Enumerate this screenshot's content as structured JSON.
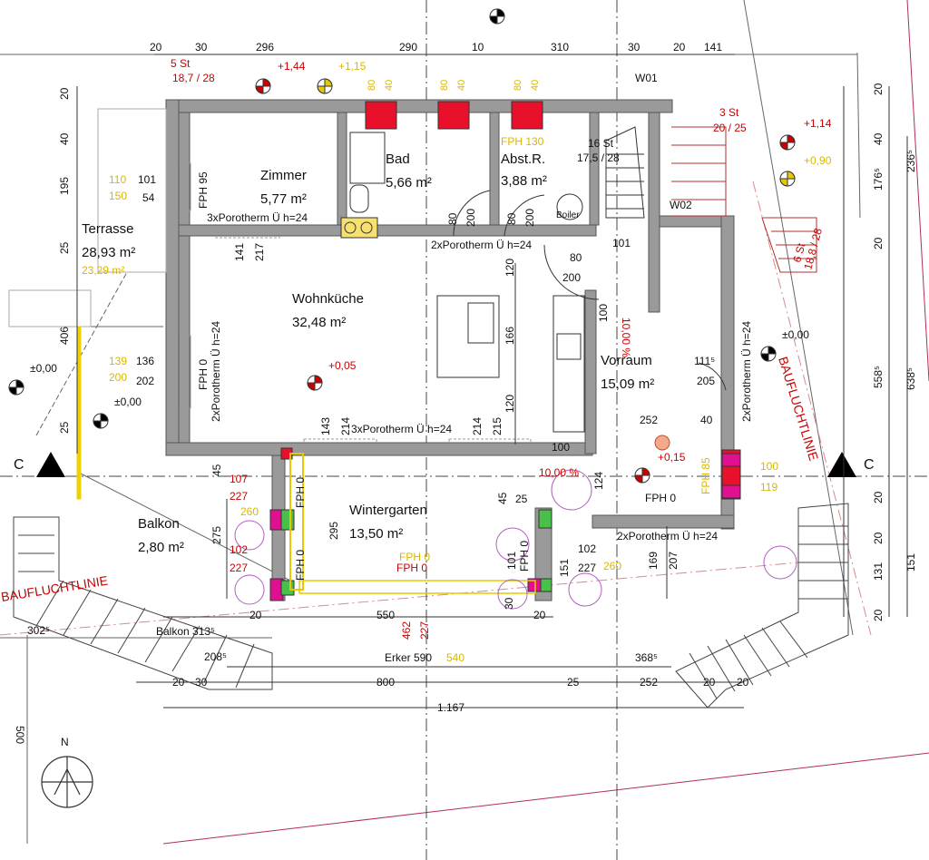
{
  "rooms": {
    "zimmer": {
      "name": "Zimmer",
      "area": "5,77 m²"
    },
    "bad": {
      "name": "Bad",
      "area": "5,66 m²"
    },
    "abstr": {
      "name": "Abst.R.",
      "area": "3,88 m²"
    },
    "terrasse": {
      "name": "Terrasse",
      "area": "28,93 m²",
      "area_alt": "23,29 m²"
    },
    "wohnkueche": {
      "name": "Wohnküche",
      "area": "32,48 m²"
    },
    "vorraum": {
      "name": "Vorraum",
      "area": "15,09 m²"
    },
    "wintergarten": {
      "name": "Wintergarten",
      "area": "13,50 m²"
    },
    "balkon": {
      "name": "Balkon",
      "area": "2,80 m²"
    }
  },
  "dimensions_top": [
    "20",
    "30",
    "296",
    "290",
    "10",
    "310",
    "30",
    "20",
    "141"
  ],
  "dimensions_bottom": {
    "row1": [
      "550",
      "20",
      "20"
    ],
    "balkon": "Balkon 313⁵",
    "erker": "Erker 590",
    "erker_alt": "540",
    "left_302": "302⁵",
    "left_208": "208⁵",
    "right_368": "368⁵",
    "row2": [
      "20",
      "30",
      "800",
      "25",
      "252",
      "20",
      "20"
    ],
    "total": "1.167",
    "diag_500": "500"
  },
  "dimensions_left": [
    "20",
    "40",
    "195",
    "25",
    "406",
    "25",
    "45"
  ],
  "dimensions_right": [
    "20",
    "40",
    "176⁵",
    "20",
    "558⁵",
    "20",
    "20",
    "131",
    "20",
    "151",
    "236⁵",
    "638⁵"
  ],
  "dimensions_inner": {
    "d101": "101",
    "d54": "54",
    "d110": "110",
    "d150": "150",
    "d139": "139",
    "d200a": "200",
    "d136": "136",
    "d202": "202",
    "d141": "141",
    "d217": "217",
    "d80a": "80",
    "d200b": "200",
    "d80b": "80",
    "d200c": "200",
    "d101b": "101",
    "d80c": "80",
    "d200d": "200",
    "d120a": "120",
    "d166": "166",
    "d120b": "120",
    "d100a": "100",
    "d111": "111⁵",
    "d205": "205",
    "d252": "252",
    "d40": "40",
    "d100b": "100",
    "d143": "143",
    "d214a": "214",
    "d214b": "214",
    "d215": "215",
    "d100c": "100",
    "d124": "124",
    "d107": "107",
    "d227a": "227",
    "d260a": "260",
    "d275": "275",
    "d102a": "102",
    "d227b": "227",
    "d295": "295",
    "d45": "45",
    "d25": "25",
    "d101c": "101",
    "d151": "151",
    "d102b": "102",
    "d227c": "227",
    "d260b": "260",
    "d169": "169",
    "d207": "207",
    "d462": "462",
    "d227d": "227",
    "d30": "30",
    "d100d": "100",
    "d119": "119",
    "d16st": "16 St",
    "d175": "17,5 / 28",
    "d5st": "5 St",
    "d187": "18,7 / 28",
    "d3st": "3 St",
    "d2025": "20 / 25",
    "d6st": "6 St",
    "d1828": "18,8 / 28"
  },
  "levels": [
    "+1,44",
    "+1,15",
    "+1,14",
    "+0,90",
    "±0,00",
    "±0,00",
    "±0,00",
    "+0,05",
    "+0,15"
  ],
  "wall_labels": [
    "3xPorotherm Ü h=24",
    "2xPorotherm Ü h=24",
    "2xPorotherm Ü h=24",
    "3xPorotherm Ü h=24",
    "2xPorotherm Ü h=24",
    "2xPorotherm Ü h=24"
  ],
  "window_labels": [
    "FPH 95",
    "FPH 0",
    "FPH 0",
    "FPH 0",
    "FPH 130",
    "FPH 85",
    "FPH 0",
    "FPH 0",
    "FPH 0",
    "FPH 0"
  ],
  "window_heights": [
    "80",
    "40",
    "80",
    "40",
    "80",
    "40"
  ],
  "markers": {
    "w01": "W01",
    "w02": "W02",
    "boiler": "Boiler",
    "section_left": "C",
    "section_right": "C",
    "north": "N",
    "slope_1": "10,00 %",
    "slope_2": "10,00 %"
  },
  "baufluchtlinie": {
    "left": "BAUFLUCHTLINIE",
    "right": "BAUFLUCHTLINIE"
  }
}
